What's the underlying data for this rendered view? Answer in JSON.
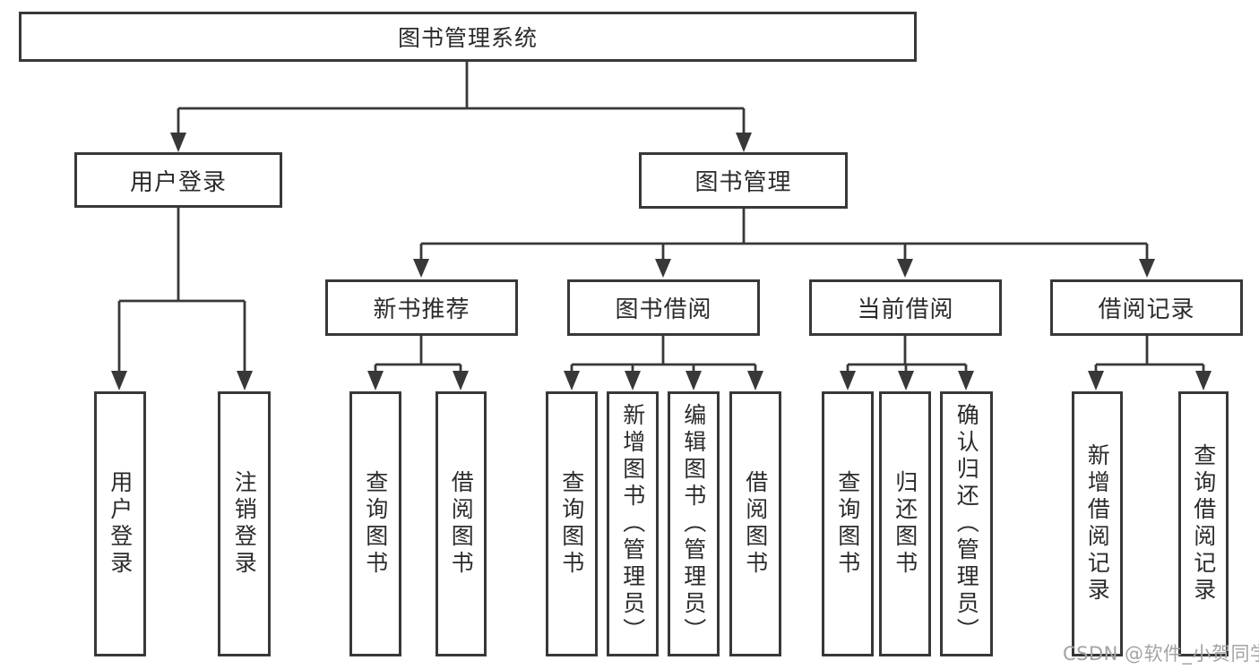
{
  "tree": {
    "root": {
      "label": "图书管理系统"
    },
    "branches": [
      {
        "label": "用户登录",
        "children": [
          {
            "label": "用户登录"
          },
          {
            "label": "注销登录"
          }
        ]
      },
      {
        "label": "图书管理",
        "groups": [
          {
            "label": "新书推荐",
            "children": [
              {
                "label": "查询图书"
              },
              {
                "label": "借阅图书"
              }
            ]
          },
          {
            "label": "图书借阅",
            "children": [
              {
                "label": "查询图书"
              },
              {
                "label": "新增图书（管理员）"
              },
              {
                "label": "编辑图书（管理员）"
              },
              {
                "label": "借阅图书"
              }
            ]
          },
          {
            "label": "当前借阅",
            "children": [
              {
                "label": "查询图书"
              },
              {
                "label": "归还图书"
              },
              {
                "label": "确认归还（管理员）"
              }
            ]
          },
          {
            "label": "借阅记录",
            "children": [
              {
                "label": "新增借阅记录"
              },
              {
                "label": "查询借阅记录"
              }
            ]
          }
        ]
      }
    ]
  },
  "watermark": {
    "text": "CSDN @软件_小贺同学"
  },
  "colors": {
    "line": "#383838",
    "text": "#2b2b2b",
    "watermark": "#a3a3a3",
    "background": "#ffffff"
  }
}
